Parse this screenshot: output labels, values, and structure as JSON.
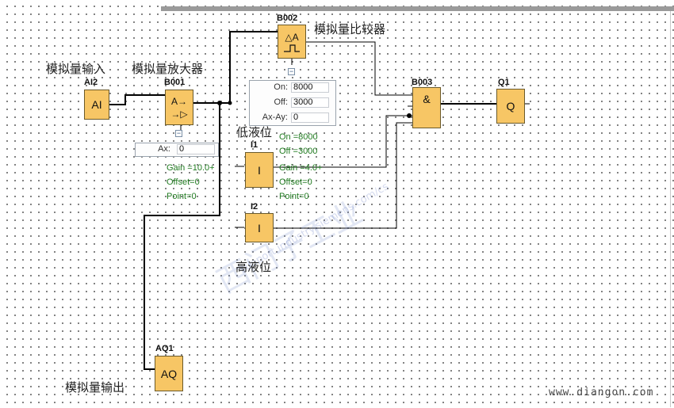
{
  "notes": {
    "analog_input": "模拟量输入",
    "analog_amplifier": "模拟量放大器",
    "analog_comparator": "模拟量比较器",
    "low_level": "低液位",
    "high_level": "高液位",
    "analog_output": "模拟量输出"
  },
  "blocks": {
    "ai2": {
      "name": "AI2",
      "label": "AI"
    },
    "b001": {
      "name": "B001",
      "label_top": "A→",
      "label_bottom": "→▷"
    },
    "b002": {
      "name": "B002",
      "label_top": "△A"
    },
    "b003": {
      "name": "B003",
      "label": "&"
    },
    "q1": {
      "name": "Q1",
      "label": "Q"
    },
    "i1": {
      "name": "I1",
      "label": "I"
    },
    "i2": {
      "name": "I2",
      "label": "I"
    },
    "aq1": {
      "name": "AQ1",
      "label": "AQ"
    }
  },
  "b001_params": {
    "ax_label": "Ax:",
    "ax_value": "0",
    "gain": "Gain  =10.0+",
    "offset": "Offset=0",
    "point": "Point=0"
  },
  "b002_params": {
    "on_label": "On:",
    "on_value": "8000",
    "off_label": "Off:",
    "off_value": "3000",
    "axay_label": "Ax-Ay:",
    "axay_value": "0",
    "on": "On    =8000",
    "off": "Off   =3000",
    "gain": "Gain  =4.0+",
    "offset": "Offset=0",
    "point": "Point=0"
  },
  "watermark": {
    "line1": "西门子工业",
    "line2": "support.industry.siemens.com/cs"
  },
  "footer_url": "www.diangon.com",
  "colors": {
    "block_fill": "#f7c665",
    "param_text": "#1f7a1f",
    "wire": "#000000"
  }
}
